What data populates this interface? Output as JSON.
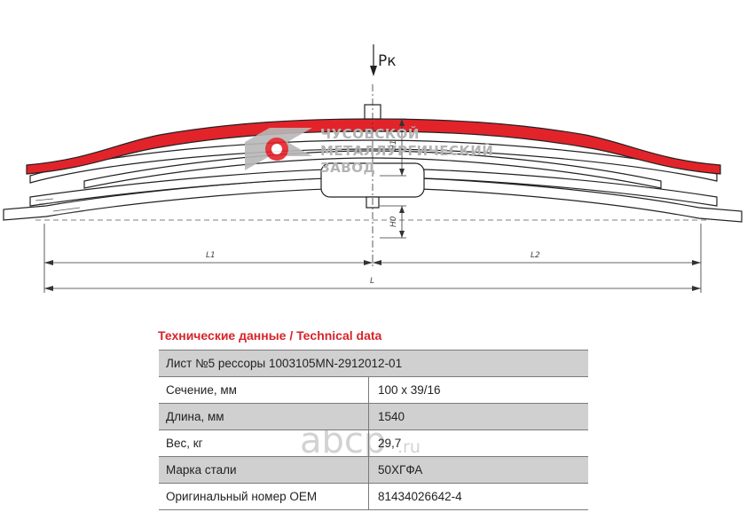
{
  "drawing": {
    "load_label": "Pк",
    "dim_l1": "L1",
    "dim_l2": "L2",
    "dim_l": "L",
    "dim_h1": "H1",
    "dim_h0": "H0"
  },
  "logo": {
    "line1": "ЧУСОВСКОЙ",
    "line2": "МЕТАЛЛУРГИЧЕСКИЙ",
    "line3": "ЗАВОД",
    "accent_color": "#e3232a",
    "icon": "chmz-logo-icon"
  },
  "watermark": {
    "text": "abcp",
    "suffix": ".ru"
  },
  "technical": {
    "title": "Технические данные / Technical data",
    "header": "Лист №5 рессоры 1003105MN-2912012-01",
    "rows": [
      {
        "label": "Сечение, мм",
        "value": "100 x 39/16"
      },
      {
        "label": "Длина, мм",
        "value": "1540"
      },
      {
        "label": "Вес, кг",
        "value": "29,7"
      },
      {
        "label": "Марка стали",
        "value": "50ХГФА"
      },
      {
        "label": "Оригинальный номер OEM",
        "value": "81434026642-4"
      }
    ]
  },
  "colors": {
    "highlight_leaf": "#e3232a",
    "title_red": "#d8232a",
    "row_shade": "#d0d0d0"
  }
}
